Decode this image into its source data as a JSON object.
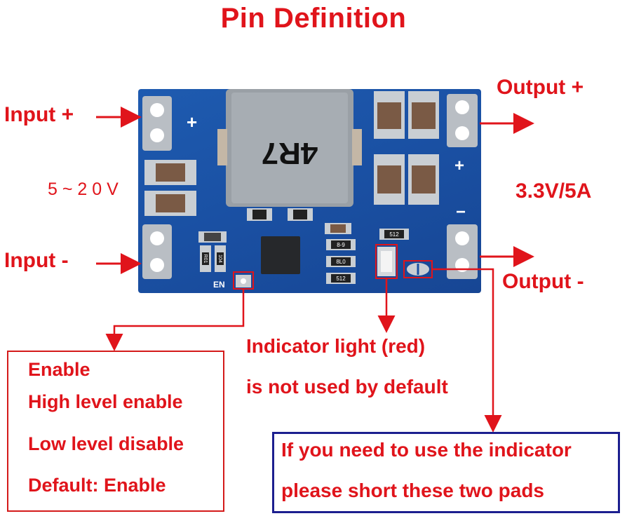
{
  "title": "Pin Definition",
  "labels": {
    "input_plus": "Input +",
    "input_minus": "Input -",
    "input_voltage": "5 ~ 2 0 V",
    "output_plus": "Output  +",
    "output_minus": "Output  -",
    "output_voltage": "3.3V/5A",
    "indicator_line1": "Indicator light (red)",
    "indicator_line2": "is not used by default"
  },
  "board": {
    "inductor_marking": "4R7",
    "silk_en": "EN",
    "silk_plus_left": "+",
    "silk_plus_right": "+",
    "silk_minus_right": "−",
    "resistor_marks": [
      "8-9",
      "8L0",
      "512",
      "512",
      "R01",
      "104"
    ]
  },
  "enable_box": {
    "line1": "Enable",
    "line2": "High level enable",
    "line3": "Low level disable",
    "line4": "Default: Enable"
  },
  "indicator_box": {
    "line1": "If you need to use the indicator",
    "line2": "please short these two pads"
  },
  "colors": {
    "text_red": "#e0141b",
    "board_blue": "#1a50a3",
    "box_blue": "#1c1f8f"
  }
}
